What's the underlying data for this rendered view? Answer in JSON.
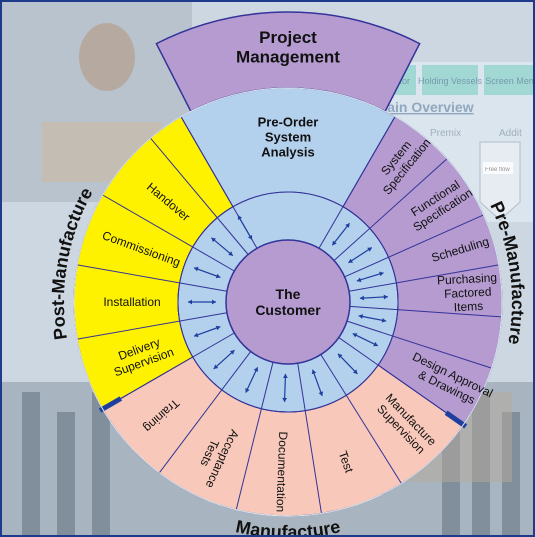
{
  "colors": {
    "post_manufacture": "#fff200",
    "pre_manufacture": "#b59bd0",
    "manufacture": "#f8c9ba",
    "pre_order": "#b3d0ec",
    "customer": "#b59bd0",
    "project_management": "#b59bd0",
    "outline": "#333399",
    "divider": "#1f3f9f"
  },
  "phases": {
    "project_management": [
      "Project",
      "Management"
    ],
    "pre_order": [
      "Pre-Order",
      "System",
      "Analysis"
    ],
    "pre_manufacture": "Pre-Manufacture",
    "manufacture": "Manufacture",
    "post_manufacture": "Post-Manufacture"
  },
  "hub": [
    "The",
    "Customer"
  ],
  "segments": {
    "post": [
      {
        "lines": [
          "Delivery",
          "Supervision"
        ]
      },
      {
        "lines": [
          "Installation"
        ]
      },
      {
        "lines": [
          "Commissioning"
        ]
      },
      {
        "lines": [
          "Handover"
        ]
      }
    ],
    "pre": [
      {
        "lines": [
          "System",
          "Specification"
        ]
      },
      {
        "lines": [
          "Functional",
          "Specification"
        ]
      },
      {
        "lines": [
          "Scheduling"
        ]
      },
      {
        "lines": [
          "Purchasing",
          "Factored",
          "Items"
        ]
      },
      {
        "lines": [
          "Design Approval",
          "& Drawings"
        ]
      }
    ],
    "manufacture": [
      {
        "lines": [
          "Manufacture",
          "Supervision"
        ]
      },
      {
        "lines": [
          "Test"
        ]
      },
      {
        "lines": [
          "Documentation"
        ]
      },
      {
        "lines": [
          "Acceptance",
          "Tests"
        ]
      },
      {
        "lines": [
          "Training"
        ]
      }
    ]
  },
  "background": {
    "tabs": [
      "Evaporator",
      "Holding Vessels",
      "Screen Menu"
    ],
    "heading": "Plain Overview",
    "labels": [
      "Premix",
      "Addit"
    ],
    "small_label": "Free flow"
  }
}
